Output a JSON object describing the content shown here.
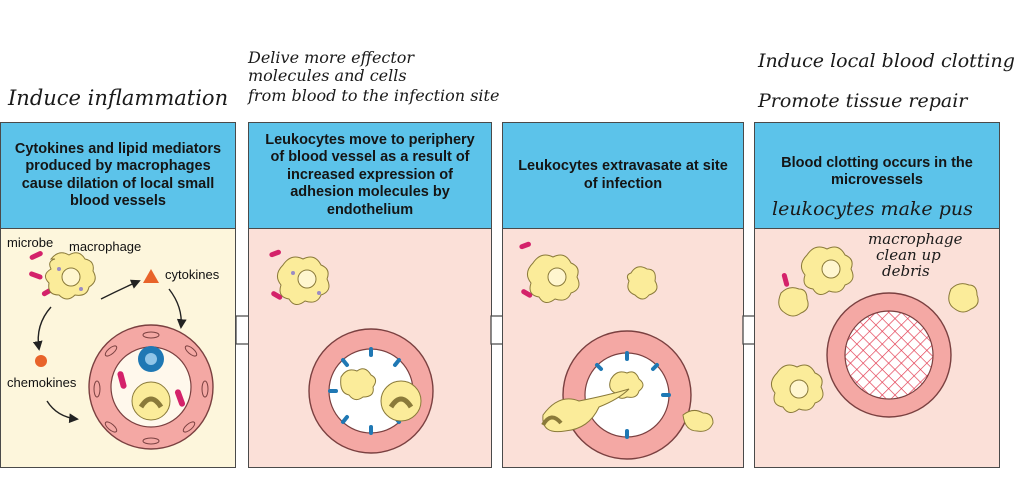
{
  "annotations": {
    "induce_inflammation": "Induce inflammation",
    "deliver_line1": "Delive more effector",
    "deliver_line2": "molecules and cells",
    "deliver_line3": "from blood to the infection site",
    "induce_clotting": "Induce local blood clotting",
    "promote_repair": "Promote tissue repair",
    "leukocytes_pus": "leukocytes make pus",
    "macrophage_line1": "macrophage",
    "macrophage_line2": "clean up",
    "macrophage_line3": "debris"
  },
  "panels": [
    {
      "header": "Cytokines and lipid mediators produced by macrophages cause dilation of local small blood vessels"
    },
    {
      "header": "Leukocytes move to periphery of blood vessel as a result of increased expression of adhesion molecules by endothelium"
    },
    {
      "header": "Leukocytes extravasate at site of infection"
    },
    {
      "header": "Blood clotting occurs in the microvessels"
    }
  ],
  "labels": {
    "microbe": "microbe",
    "macrophage": "macrophage",
    "cytokines": "cytokines",
    "chemokines": "chemokines"
  },
  "colors": {
    "header_blue": "#5cc3ea",
    "panel1_bg": "#fdf6dc",
    "panel_pink_bg": "#fbe0d8",
    "vessel_wall": "#f4a8a4",
    "cell_yellow": "#fbec9a",
    "microbe_magenta": "#d4226a",
    "receptor_blue": "#1f78b4",
    "cytokine_orange": "#e8632a",
    "clot_red": "#e2344a"
  }
}
